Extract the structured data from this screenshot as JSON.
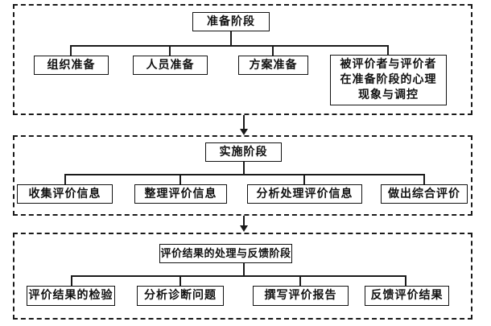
{
  "colors": {
    "background": "#ffffff",
    "line": "#1a1a1a",
    "box_border": "#111111",
    "text": "#111111"
  },
  "sections": [
    {
      "title": "准备阶段",
      "children": [
        {
          "label": "组织准备"
        },
        {
          "label": "人员准备"
        },
        {
          "label": "方案准备"
        },
        {
          "label": "被评价者与评价者\n在准备阶段的心理\n现象与调控"
        }
      ]
    },
    {
      "title": "实施阶段",
      "children": [
        {
          "label": "收集评价信息"
        },
        {
          "label": "整理评价信息"
        },
        {
          "label": "分析处理评价信息"
        },
        {
          "label": "做出综合评价"
        }
      ]
    },
    {
      "title": "评价结果的处理与反馈阶段",
      "children": [
        {
          "label": "评价结果的检验"
        },
        {
          "label": "分析诊断问题"
        },
        {
          "label": "撰写评价报告"
        },
        {
          "label": "反馈评价结果"
        }
      ]
    }
  ]
}
